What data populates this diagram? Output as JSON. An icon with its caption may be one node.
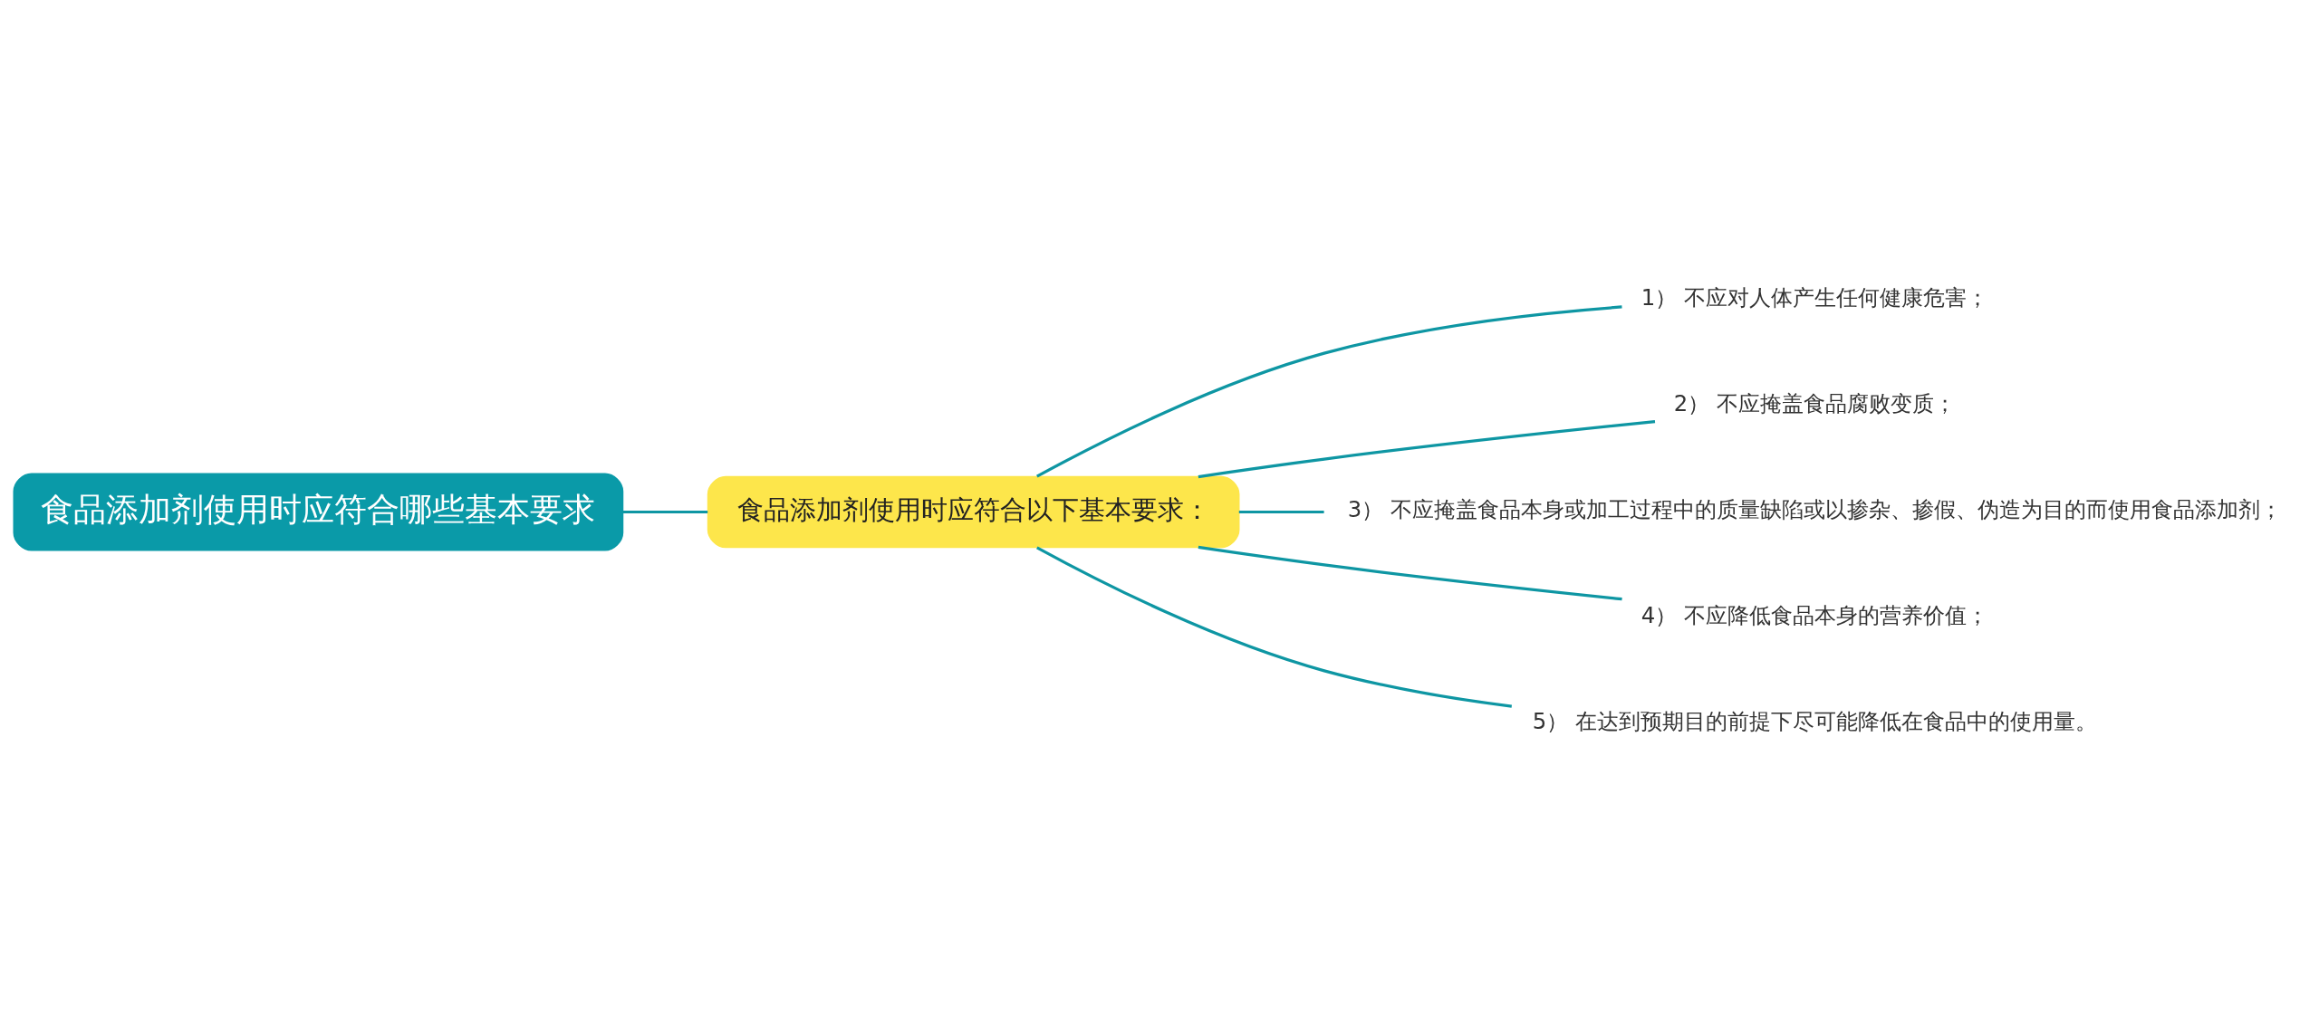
{
  "diagram": {
    "nodes": [
      {
        "text": [
          "食品添加剂使用时应符合哪些基本要求"
        ]
      },
      {
        "text": [
          "食品添加剂使用时应符合以下基本要求："
        ]
      },
      {
        "text": [
          "1） 不应对人体产生任何健康危害；"
        ]
      },
      {
        "text": [
          "2） 不应掩盖食品腐败变质；"
        ]
      },
      {
        "text": [
          "3） 不应掩盖食品本身或加工过程中的质量缺陷或以掺杂、掺假、伪造为目的而使用食品添加剂；"
        ]
      },
      {
        "text": [
          "4） 不应降低食品本身的营养价值；"
        ]
      },
      {
        "text": [
          "5） 在达到预期目的前提下尽可能降低在食品中的使用量。"
        ]
      }
    ],
    "edges": [
      {
        "from": 0,
        "to": 1,
        "arrow": "none"
      },
      {
        "from": 1,
        "to": 2,
        "arrow": "none"
      },
      {
        "from": 1,
        "to": 3,
        "arrow": "none"
      },
      {
        "from": 1,
        "to": 4,
        "arrow": "none"
      },
      {
        "from": 1,
        "to": 5,
        "arrow": "none"
      },
      {
        "from": 1,
        "to": 6,
        "arrow": "none"
      }
    ]
  }
}
